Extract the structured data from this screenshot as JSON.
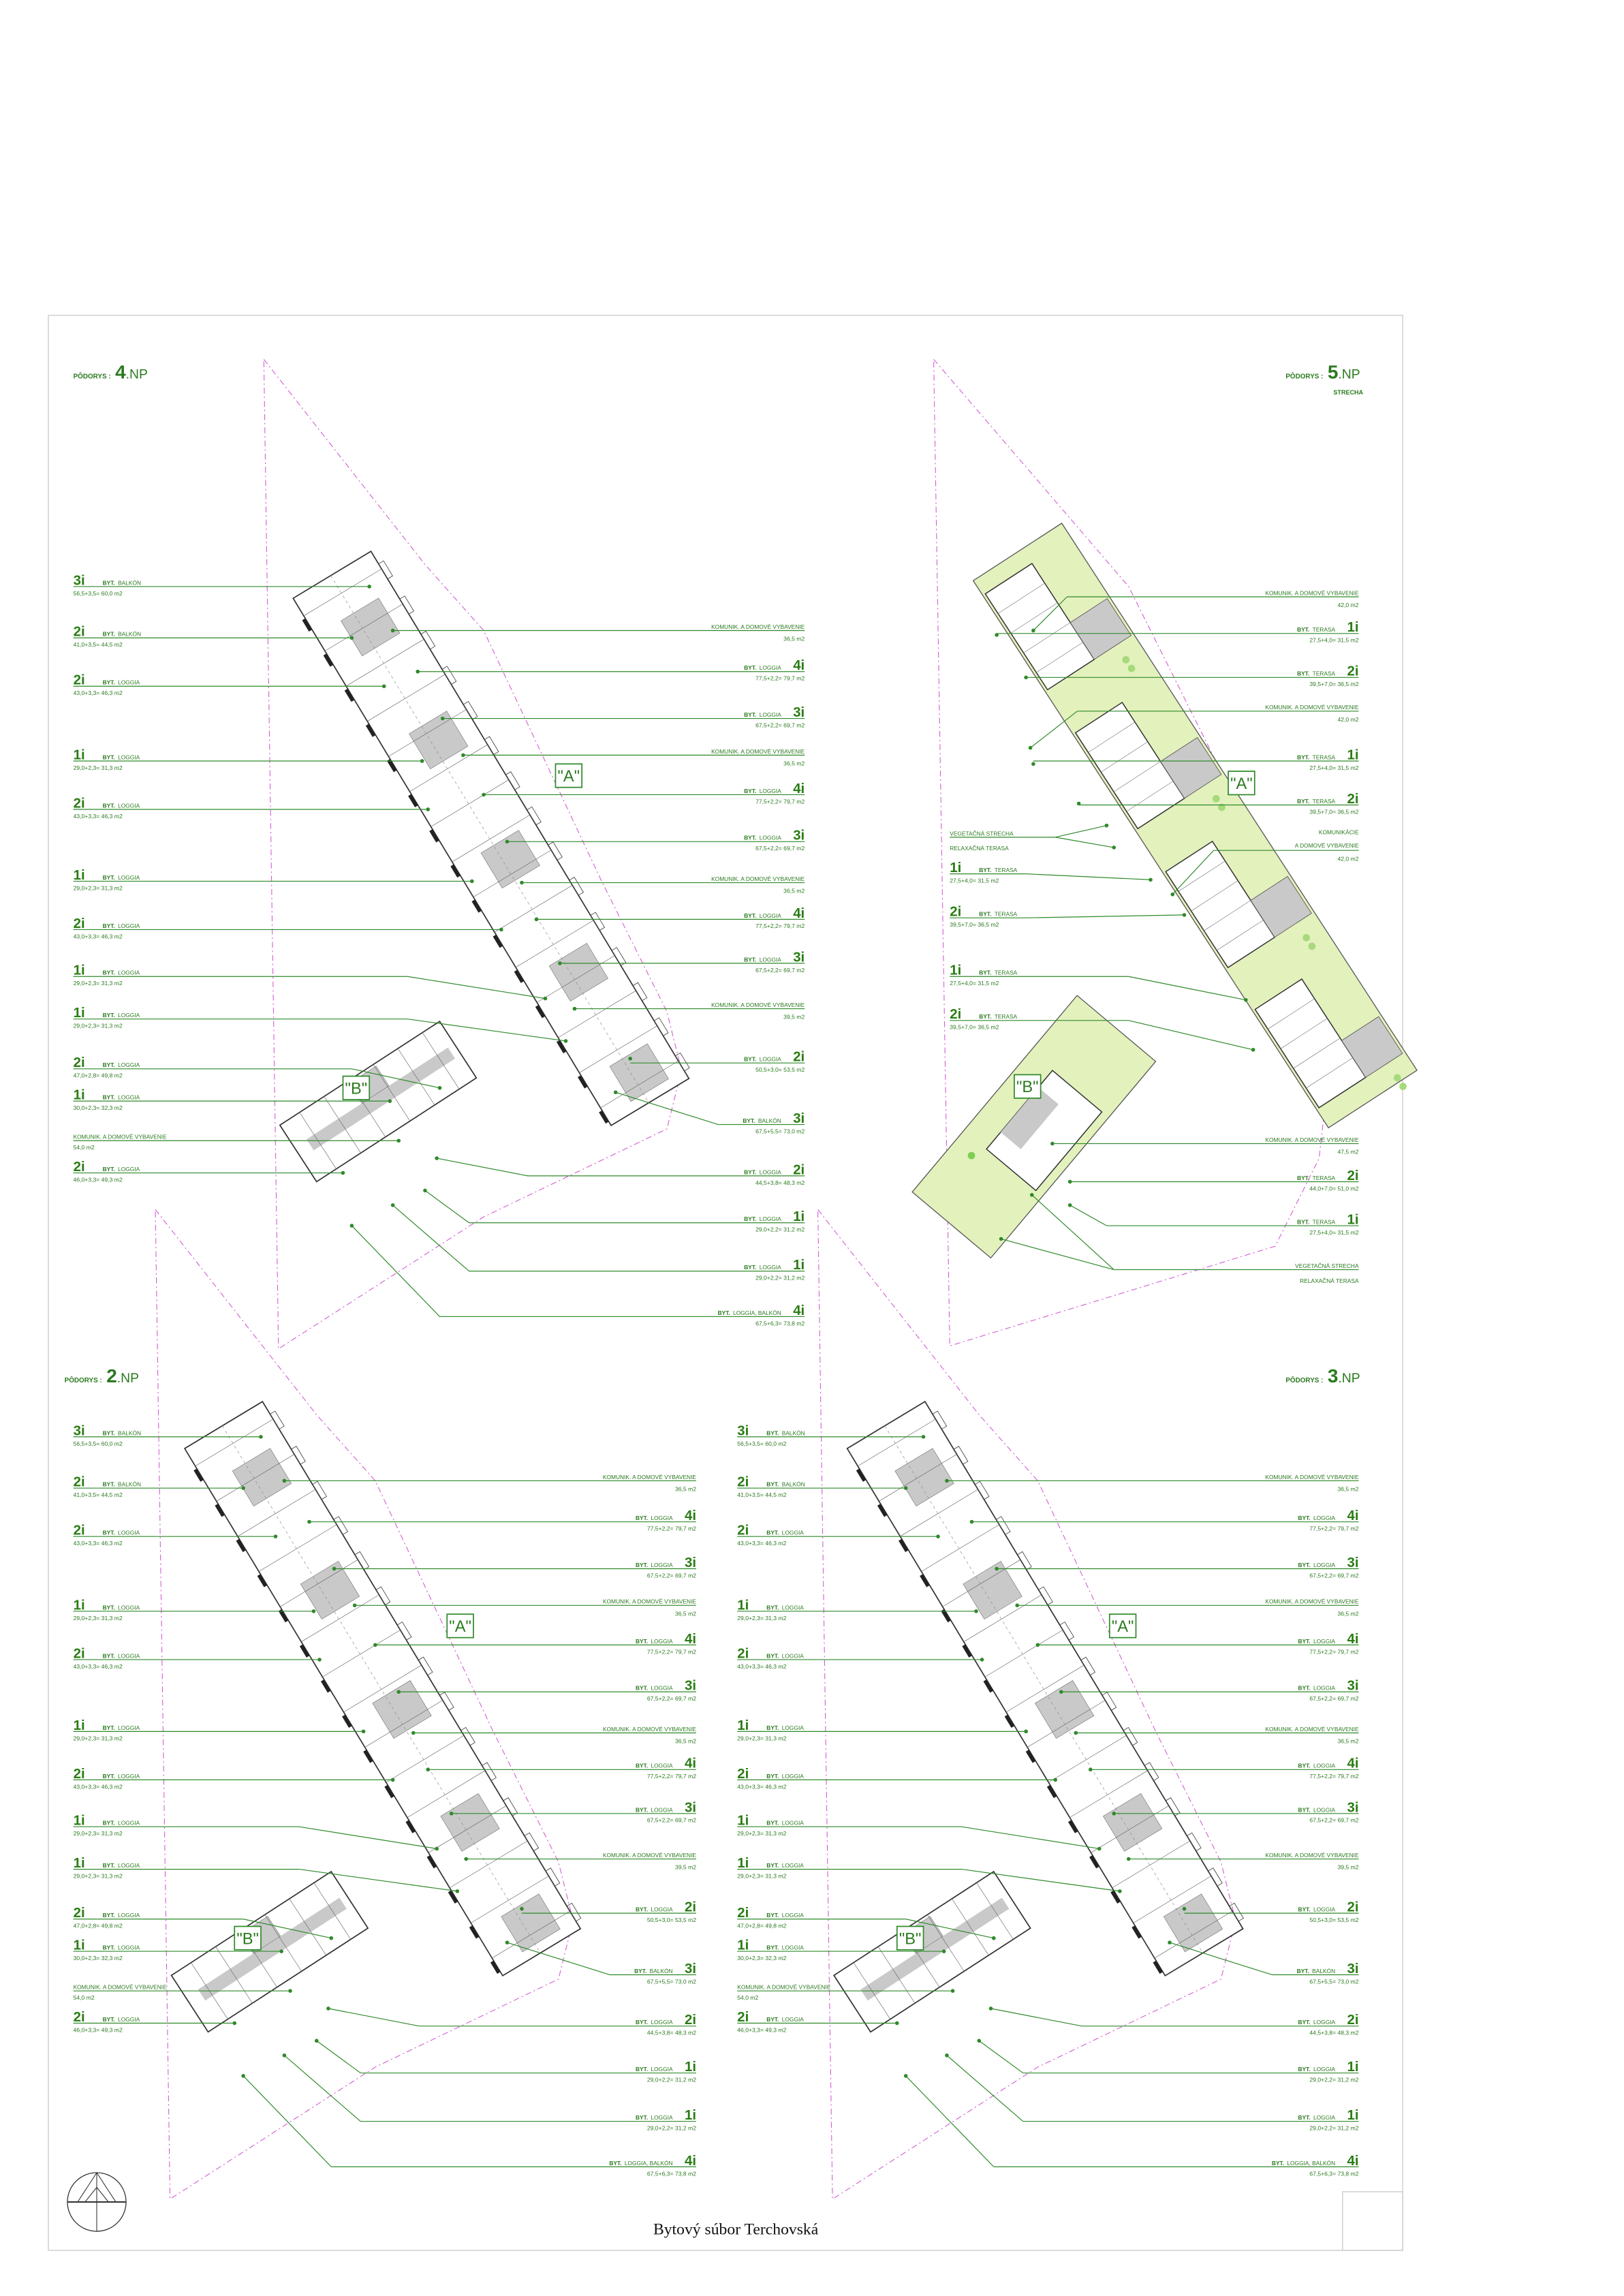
{
  "sheet_title": "Bytový súbor Terchovská",
  "colors": {
    "text_green": "#2b7a1f",
    "leader_green": "#2f8a2a",
    "site_boundary": "#d25ad2",
    "green_roof": "#e3f1bd",
    "core_gray": "#c9c9c9"
  },
  "block_labels": {
    "a": "\"A\"",
    "b": "\"B\""
  },
  "floors": [
    {
      "prefix": "PÔDORYS :",
      "number": "4",
      "suffix": ".NP"
    },
    {
      "prefix": "PÔDORYS :",
      "number": "2",
      "suffix": ".NP"
    },
    {
      "prefix": "PÔDORYS :",
      "number": "3",
      "suffix": ".NP"
    }
  ],
  "typical_floor": {
    "left": [
      {
        "rooms": "3i",
        "prefix": "BYT.",
        "kind": "BALKÓN",
        "area": "56,5+3,5=  60,0  m2"
      },
      {
        "rooms": "2i",
        "prefix": "BYT.",
        "kind": "BALKÓN",
        "area": "41,0+3,5=  44,5  m2"
      },
      {
        "rooms": "2i",
        "prefix": "BYT.",
        "kind": "LOGGIA",
        "area": "43,0+3,3=  46,3  m2"
      },
      {
        "rooms": "1i",
        "prefix": "BYT.",
        "kind": "LOGGIA",
        "area": "29,0+2,3=  31,3  m2"
      },
      {
        "rooms": "2i",
        "prefix": "BYT.",
        "kind": "LOGGIA",
        "area": "43,0+3,3=  46,3  m2"
      },
      {
        "rooms": "1i",
        "prefix": "BYT.",
        "kind": "LOGGIA",
        "area": "29,0+2,3=  31,3  m2"
      },
      {
        "rooms": "2i",
        "prefix": "BYT.",
        "kind": "LOGGIA",
        "area": "43,0+3,3=  46,3  m2"
      },
      {
        "rooms": "1i",
        "prefix": "BYT.",
        "kind": "LOGGIA",
        "area": "29,0+2,3=  31,3  m2"
      },
      {
        "rooms": "1i",
        "prefix": "BYT.",
        "kind": "LOGGIA",
        "area": "29,0+2,3=  31,3  m2"
      },
      {
        "rooms": "2i",
        "prefix": "BYT.",
        "kind": "LOGGIA",
        "area": "47,0+2,8=  49,8  m2"
      },
      {
        "rooms": "1i",
        "prefix": "BYT.",
        "kind": "LOGGIA",
        "area": "30,0+2,3=  32,3  m2"
      },
      {
        "name": "KOMUNIK.  A  DOMOVÉ  VYBAVENIE",
        "area": "54,0  m2"
      },
      {
        "rooms": "2i",
        "prefix": "BYT.",
        "kind": "LOGGIA",
        "area": "46,0+3,3=  49,3  m2"
      }
    ],
    "right": [
      {
        "name": "KOMUNIK.  A  DOMOVÉ  VYBAVENIE",
        "area": "36,5  m2"
      },
      {
        "rooms": "4i",
        "prefix": "BYT.",
        "kind": "LOGGIA",
        "area": "77,5+2,2=  79,7  m2"
      },
      {
        "rooms": "3i",
        "prefix": "BYT.",
        "kind": "LOGGIA",
        "area": "67,5+2,2=  69,7  m2"
      },
      {
        "name": "KOMUNIK.  A  DOMOVÉ  VYBAVENIE",
        "area": "36,5  m2"
      },
      {
        "rooms": "4i",
        "prefix": "BYT.",
        "kind": "LOGGIA",
        "area": "77,5+2,2=  79,7  m2"
      },
      {
        "rooms": "3i",
        "prefix": "BYT.",
        "kind": "LOGGIA",
        "area": "67,5+2,2=  69,7  m2"
      },
      {
        "name": "KOMUNIK.  A  DOMOVÉ  VYBAVENIE",
        "area": "36,5  m2"
      },
      {
        "rooms": "4i",
        "prefix": "BYT.",
        "kind": "LOGGIA",
        "area": "77,5+2,2=  79,7  m2"
      },
      {
        "rooms": "3i",
        "prefix": "BYT.",
        "kind": "LOGGIA",
        "area": "67,5+2,2=  69,7  m2"
      },
      {
        "name": "KOMUNIK.  A  DOMOVÉ  VYBAVENIE",
        "area": "39,5  m2"
      },
      {
        "rooms": "2i",
        "prefix": "BYT.",
        "kind": "LOGGIA",
        "area": "50,5+3,0=  53,5  m2"
      },
      {
        "rooms": "3i",
        "prefix": "BYT.",
        "kind": "BALKÓN",
        "area": "67,5+5,5=  73,0  m2"
      },
      {
        "rooms": "2i",
        "prefix": "BYT.",
        "kind": "LOGGIA",
        "area": "44,5+3,8=  48,3  m2"
      },
      {
        "rooms": "1i",
        "prefix": "BYT.",
        "kind": "LOGGIA",
        "area": "29,0+2,2=  31,2  m2"
      },
      {
        "rooms": "1i",
        "prefix": "BYT.",
        "kind": "LOGGIA",
        "area": "29,0+2,2=  31,2  m2"
      },
      {
        "rooms": "4i",
        "prefix": "BYT.",
        "kind": "LOGGIA,  BALKÓN",
        "area": "67,5+6,3=  73,8  m2"
      }
    ]
  },
  "roof_floor": {
    "prefix": "PÔDORYS :",
    "number": "5",
    "suffix": ".NP",
    "subtitle": "STRECHA",
    "right": [
      {
        "name": "KOMUNIK.  A  DOMOVÉ  VYBAVENIE",
        "area": "42,0  m2"
      },
      {
        "rooms": "1i",
        "prefix": "BYT.",
        "kind": "TERASA",
        "area": "27,5+4,0=  31,5  m2"
      },
      {
        "rooms": "2i",
        "prefix": "BYT.",
        "kind": "TERASA",
        "area": "39,5+7,0=  36,5  m2"
      },
      {
        "name": "KOMUNIK.  A  DOMOVÉ  VYBAVENIE",
        "area": "42,0  m2"
      },
      {
        "rooms": "1i",
        "prefix": "BYT.",
        "kind": "TERASA",
        "area": "27,5+4,0=  31,5  m2"
      },
      {
        "rooms": "2i",
        "prefix": "BYT.",
        "kind": "TERASA",
        "area": "39,5+7,0=  36,5  m2"
      },
      {
        "name": "KOMUNIKÁCIE",
        "name2": "A  DOMOVÉ  VYBAVENIE",
        "area": "42,0  m2"
      },
      {
        "name": "KOMUNIK.  A  DOMOVÉ  VYBAVENIE",
        "area": "47,5  m2"
      },
      {
        "rooms": "2i",
        "prefix": "BYT.",
        "kind": "TERASA",
        "area": "44,0+7,0=  51,0  m2"
      },
      {
        "rooms": "1i",
        "prefix": "BYT.",
        "kind": "TERASA",
        "area": "27,5+4,0=  31,5  m2"
      },
      {
        "name": "VEGETAČNÁ  STRECHA",
        "name2": "RELAXAČNÁ  TERASA"
      }
    ],
    "left": [
      {
        "name": "VEGETAČNÁ  STRECHA",
        "name2": "RELAXAČNÁ  TERASA"
      },
      {
        "rooms": "1i",
        "prefix": "BYT.",
        "kind": "TERASA",
        "area": "27,5+4,0=  31,5  m2"
      },
      {
        "rooms": "2i",
        "prefix": "BYT.",
        "kind": "TERASA",
        "area": "39,5+7,0=  36,5  m2"
      },
      {
        "rooms": "1i",
        "prefix": "BYT.",
        "kind": "TERASA",
        "area": "27,5+4,0=  31,5  m2"
      },
      {
        "rooms": "2i",
        "prefix": "BYT.",
        "kind": "TERASA",
        "area": "39,5+7,0=  36,5  m2"
      }
    ]
  }
}
